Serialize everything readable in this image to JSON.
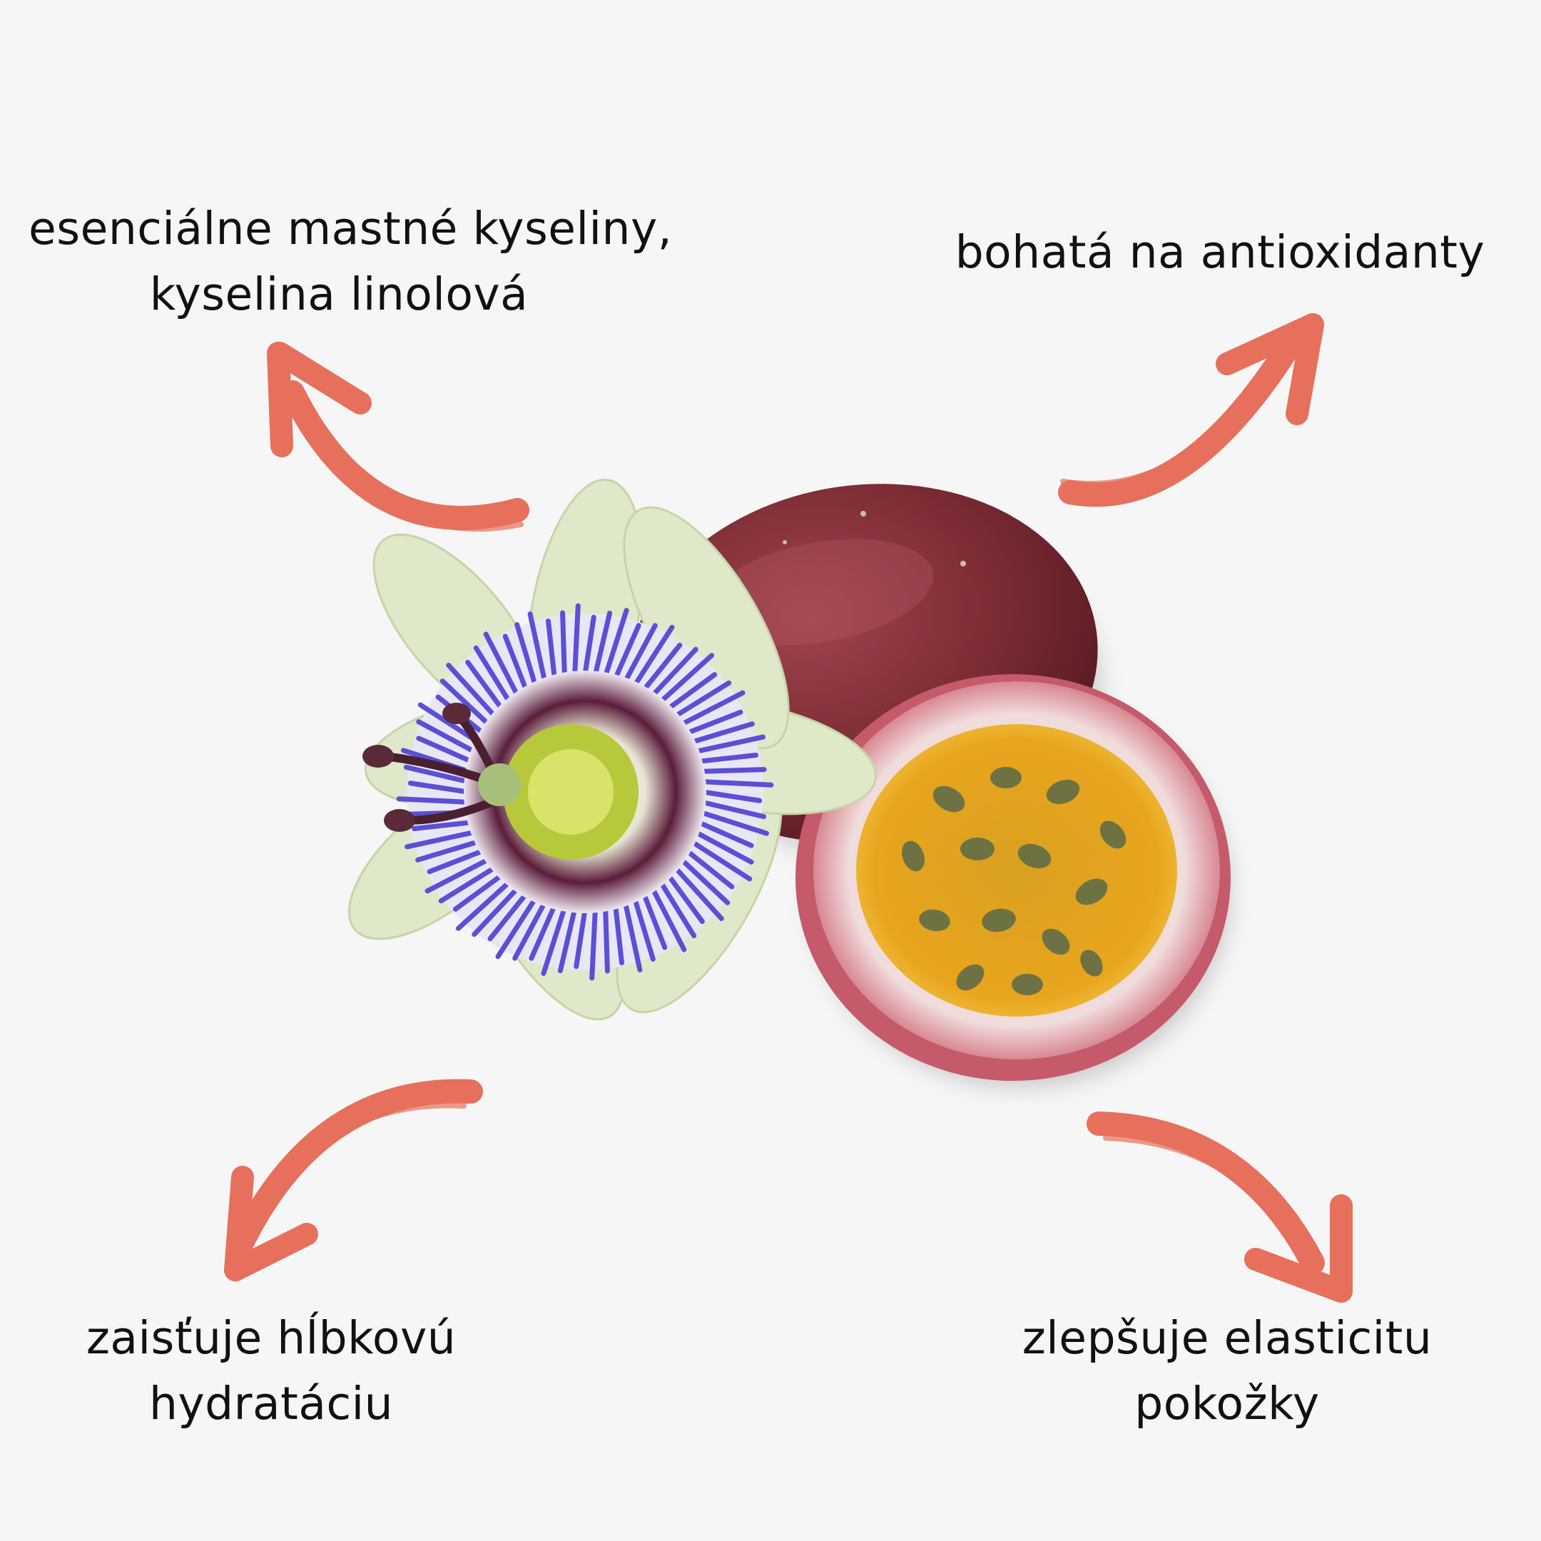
{
  "labels": {
    "top_left": {
      "line1": "esenciálne mastné kyseliny,",
      "line2": "kyselina linolová"
    },
    "top_right": {
      "line1": "bohatá na antioxidanty"
    },
    "bottom_left": {
      "line1": "zaisťuje hĺbkovú",
      "line2": "hydratáciu"
    },
    "bottom_right": {
      "line1": "zlepšuje elasticitu",
      "line2": "pokožky"
    }
  },
  "colors": {
    "background": "#f6f6f6",
    "text": "#111111",
    "arrow": "#e6705c",
    "fruit_skin": "#7a2a32",
    "fruit_pulp": "#e8a51e",
    "flower_filament": "#5b4fd6"
  },
  "icons": [
    "brush-arrow-icon",
    "passion-flower-icon",
    "passion-fruit-icon"
  ]
}
